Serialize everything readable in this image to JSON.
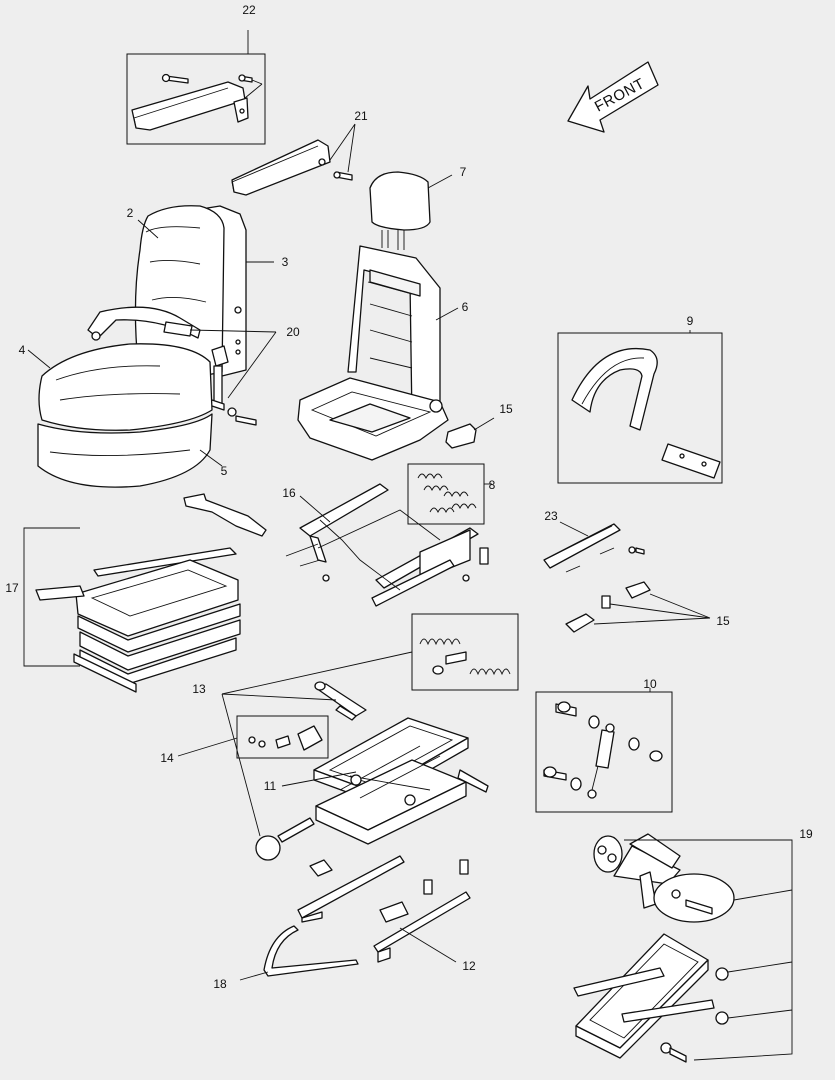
{
  "front_label": "FRONT",
  "callouts": [
    "22",
    "21",
    "7",
    "2",
    "3",
    "6",
    "20",
    "4",
    "9",
    "15",
    "5",
    "8",
    "16",
    "23",
    "17",
    "15",
    "13",
    "10",
    "14",
    "11",
    "19",
    "18",
    "12"
  ]
}
